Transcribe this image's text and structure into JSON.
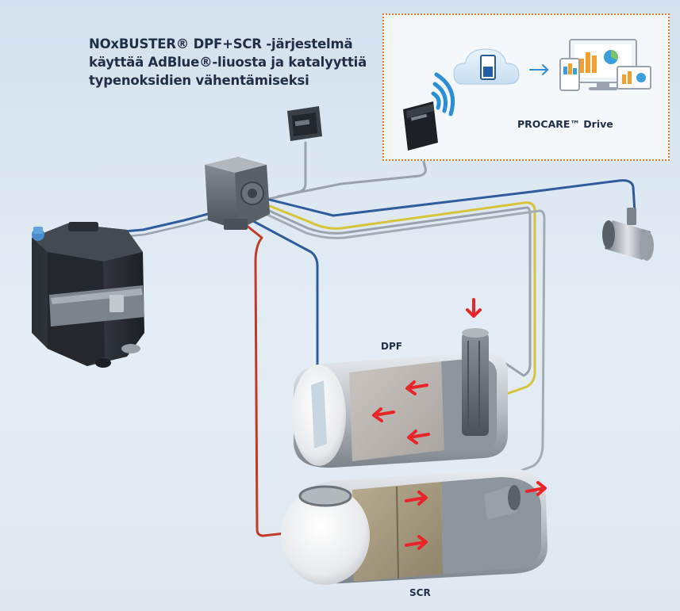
{
  "diagram": {
    "title_lines": [
      "NOxBUSTER® DPF+SCR -järjestelmä",
      "käyttää AdBlue®-liuosta ja katalyyttiä",
      "typenoksidien vähentämiseksi"
    ],
    "procare_label": "PROCARE™ Drive",
    "dpf_label": "DPF",
    "scr_label": "SCR",
    "colors": {
      "background": "#dfe9f3",
      "dotted_border": "#e2782a",
      "flow_arrow": "#e8262a",
      "wire_red": "#c0392b",
      "wire_blue": "#2f5d9c",
      "wire_yellow": "#d8c43a",
      "wire_grey": "#9aa3ad",
      "text": "#1e2f47"
    }
  }
}
